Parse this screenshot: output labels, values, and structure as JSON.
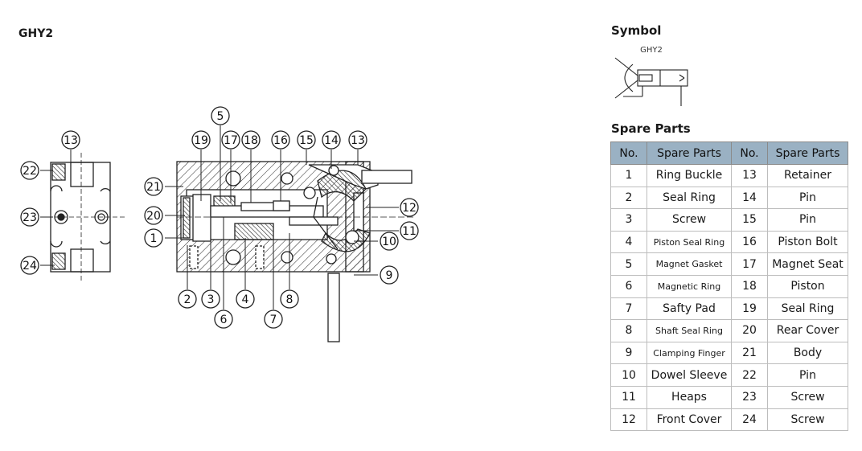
{
  "model": "GHY2",
  "symbol": {
    "title": "Symbol",
    "label": "GHY2"
  },
  "callouts": {
    "c1": "1",
    "c2": "2",
    "c3": "3",
    "c4": "4",
    "c5": "5",
    "c6": "6",
    "c7": "7",
    "c8": "8",
    "c9": "9",
    "c10": "10",
    "c11": "11",
    "c12": "12",
    "c13": "13",
    "c14": "14",
    "c15": "15",
    "c16": "16",
    "c17": "17",
    "c18": "18",
    "c19": "19",
    "c20": "20",
    "c21": "21",
    "c22": "22",
    "c23": "23",
    "c24": "24",
    "c13b": "13"
  },
  "spare_parts": {
    "title": "Spare Parts",
    "headers": {
      "no": "No.",
      "name": "Spare Parts",
      "no2": "No.",
      "name2": "Spare Parts"
    },
    "rows": [
      {
        "no": "1",
        "name": "Ring Buckle",
        "no2": "13",
        "name2": "Retainer"
      },
      {
        "no": "2",
        "name": "Seal Ring",
        "no2": "14",
        "name2": "Pin"
      },
      {
        "no": "3",
        "name": "Screw",
        "no2": "15",
        "name2": "Pin"
      },
      {
        "no": "4",
        "name": "Piston Seal Ring",
        "no2": "16",
        "name2": "Piston Bolt"
      },
      {
        "no": "5",
        "name": "Magnet Gasket",
        "no2": "17",
        "name2": "Magnet Seat"
      },
      {
        "no": "6",
        "name": "Magnetic Ring",
        "no2": "18",
        "name2": "Piston"
      },
      {
        "no": "7",
        "name": "Safty Pad",
        "no2": "19",
        "name2": "Seal Ring"
      },
      {
        "no": "8",
        "name": "Shaft Seal Ring",
        "no2": "20",
        "name2": "Rear Cover"
      },
      {
        "no": "9",
        "name": "Clamping Finger",
        "no2": "21",
        "name2": "Body"
      },
      {
        "no": "10",
        "name": "Dowel Sleeve",
        "no2": "22",
        "name2": "Pin"
      },
      {
        "no": "11",
        "name": "Heaps",
        "no2": "23",
        "name2": "Screw"
      },
      {
        "no": "12",
        "name": "Front Cover",
        "no2": "24",
        "name2": "Screw"
      }
    ]
  }
}
